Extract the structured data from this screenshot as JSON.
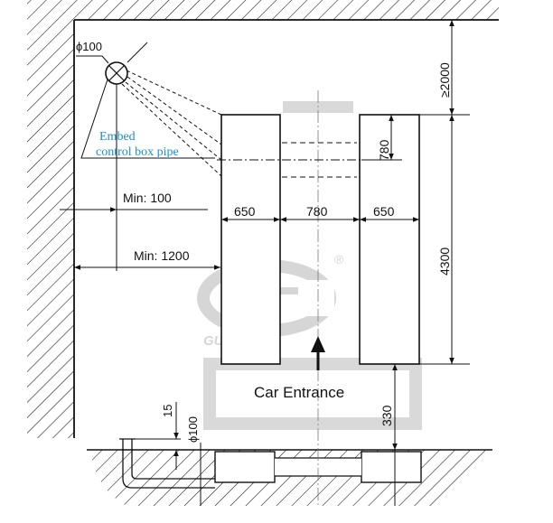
{
  "labels": {
    "pipe_diameter": "ϕ100",
    "embed_line1": "Embed",
    "embed_line2": "control box pipe",
    "min_100": "Min: 100",
    "min_1200": "Min: 1200",
    "dim_650_left": "650",
    "dim_780_mid": "780",
    "dim_650_right": "650",
    "dim_780_vert": "780",
    "dim_4300": "4300",
    "dim_2000": "≥2000",
    "car_entrance": "Car Entrance",
    "dim_330": "330",
    "dim_15": "15",
    "dim_phi100_bottom": "ϕ100",
    "watermark": "GUANGLI",
    "registered": "®"
  },
  "colors": {
    "line": "#111111",
    "annotation": "#1a8fd0",
    "platform_gray": "#d9d9d9",
    "watermark_gray": "#d6d6d6"
  }
}
